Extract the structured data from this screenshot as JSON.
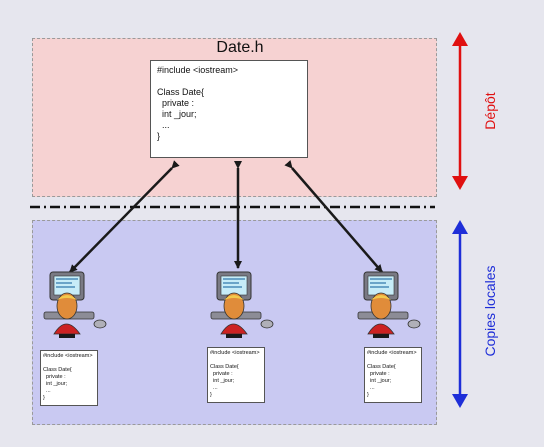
{
  "depot": {
    "title": "Date.h",
    "code": "#include <iostream>\n\nClass Date{\n  private :\n  int _jour;\n  ...\n}"
  },
  "labels": {
    "depot": "Dépôt",
    "local": "Copies locales"
  },
  "local_copies": [
    {
      "code": "#include <iostream>\n\nClass Date{\n  private :\n  int _jour;\n  ...\n}"
    },
    {
      "code": "#include <iostream>\n\nClass Date{\n  private :\n  int _jour;\n  ...\n}"
    },
    {
      "code": "#include <iostream>\n\nClass Date{\n  private :\n  int _jour;\n  ...\n}"
    }
  ],
  "colors": {
    "depot_zone": "#f6d2d2",
    "local_zone": "#c9c9f2",
    "depot_accent": "#e01010",
    "local_accent": "#1e2ed8",
    "connector": "#1a1a1a"
  },
  "icons": [
    "developer-workstation-icon",
    "double-arrow-icon"
  ]
}
